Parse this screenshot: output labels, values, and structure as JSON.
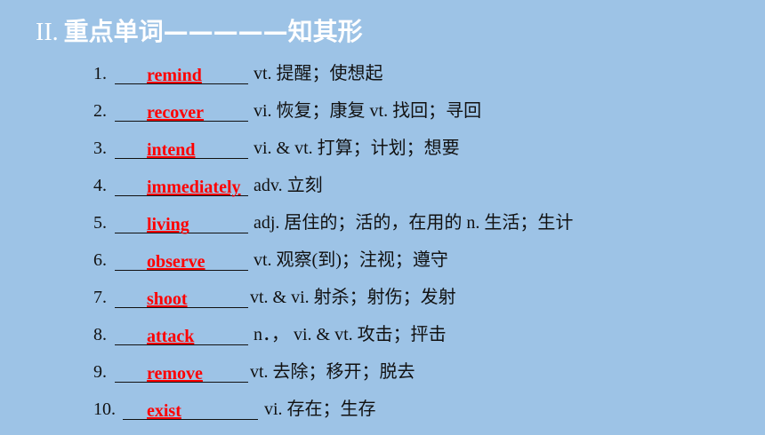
{
  "title": {
    "number": "II.",
    "text": "重点单词—————知其形"
  },
  "colors": {
    "background": "#9dc3e6",
    "answer": "#ff0000",
    "title": "#ffffff"
  },
  "items": [
    {
      "index": "1.",
      "answer": "remind",
      "definition": "vt. 提醒；使想起"
    },
    {
      "index": "2.",
      "answer": "recover",
      "definition": "vi. 恢复；康复 vt. 找回；寻回"
    },
    {
      "index": "3.",
      "answer": "intend",
      "definition": "vi. & vt. 打算；计划；想要"
    },
    {
      "index": "4.",
      "answer": "immediately",
      "definition": "adv. 立刻"
    },
    {
      "index": "5.",
      "answer": "living",
      "definition": "adj. 居住的；活的，在用的 n. 生活；生计"
    },
    {
      "index": "6.",
      "answer": "observe",
      "definition": "vt. 观察(到)；注视；遵守"
    },
    {
      "index": "7.",
      "answer": "shoot",
      "definition": "vt. & vi. 射杀；射伤；发射"
    },
    {
      "index": "8.",
      "answer": "attack",
      "definition": "n．， vi. & vt. 攻击；抨击"
    },
    {
      "index": "9.",
      "answer": "remove",
      "definition": "vt. 去除；移开；脱去"
    },
    {
      "index": "10.",
      "answer": "exist",
      "definition": "vi. 存在；生存"
    }
  ]
}
